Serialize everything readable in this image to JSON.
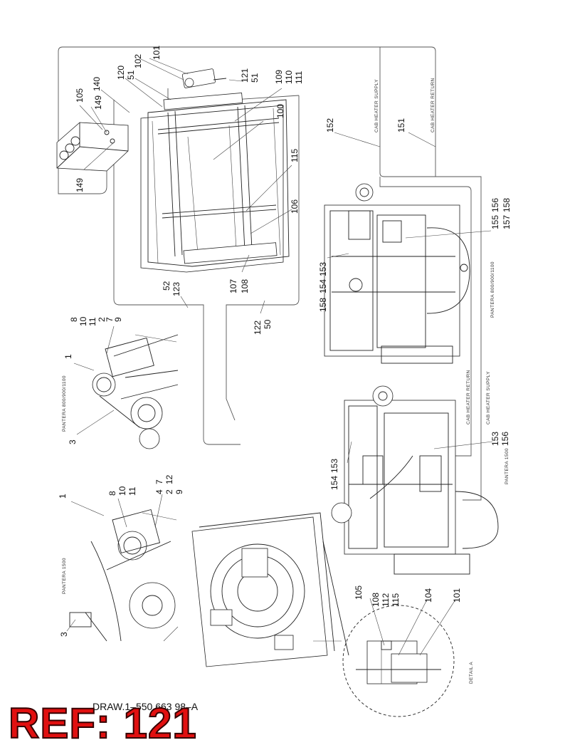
{
  "drawing_number": "DRAW.1–550 663 98–A",
  "ref_label": "REF: 121",
  "captions": {
    "cab_heater_supply_top": "CAB HEATER SUPPLY",
    "cab_heater_return_top": "CAB HEATER RETURN",
    "cab_heater_return_mid": "CAB HEATER RETURN",
    "cab_heater_supply_mid": "CAB HEATER SUPPLY",
    "pantera_800_top": "PANTERA 800/900/1100",
    "pantera_800_left": "PANTERA 800/900/1100",
    "pantera_1500_left": "PANTERA 1500",
    "pantera_1500_right": "PANTERA 1500",
    "detail_a": "DETAIL A"
  },
  "callouts": {
    "c101_top": "101",
    "c102": "102",
    "c120": "120",
    "c51_top": "51",
    "c140": "140",
    "c149_top": "149",
    "c105_top": "105",
    "c149_bottom": "149",
    "c121": "121",
    "c51_mid": "51",
    "c109": "109",
    "c110": "110",
    "c111": "111",
    "c100": "100",
    "c115_top": "115",
    "c106": "106",
    "c107": "107",
    "c108_top": "108",
    "c52": "52",
    "c123": "123",
    "c122": "122",
    "c50": "50",
    "c152": "152",
    "c151": "151",
    "c155": "155",
    "c156_top": "156",
    "c157": "157",
    "c158_top": "158",
    "c158_left": "158",
    "c154_top": "154",
    "c153_top": "153",
    "c8_top": "8",
    "c10_top": "10",
    "c11_top": "11",
    "c2_top": "2",
    "c7_top": "7",
    "c9_top": "9",
    "c1_top": "1",
    "c3_top": "3",
    "c153_mid": "153",
    "c156_mid": "156",
    "c154_mid": "154",
    "c153_mid2": "153",
    "c1_bottom": "1",
    "c8_bottom": "8",
    "c10_bottom": "10",
    "c11_bottom": "11",
    "c4": "4",
    "c7_bottom": "7",
    "c2_bottom": "2",
    "c12": "12",
    "c9_bottom": "9",
    "c3_bottom": "3",
    "c105_bottom": "105",
    "c108_bottom": "108",
    "c112": "112",
    "c115_bottom": "115",
    "c104": "104",
    "c101_bottom": "101"
  }
}
